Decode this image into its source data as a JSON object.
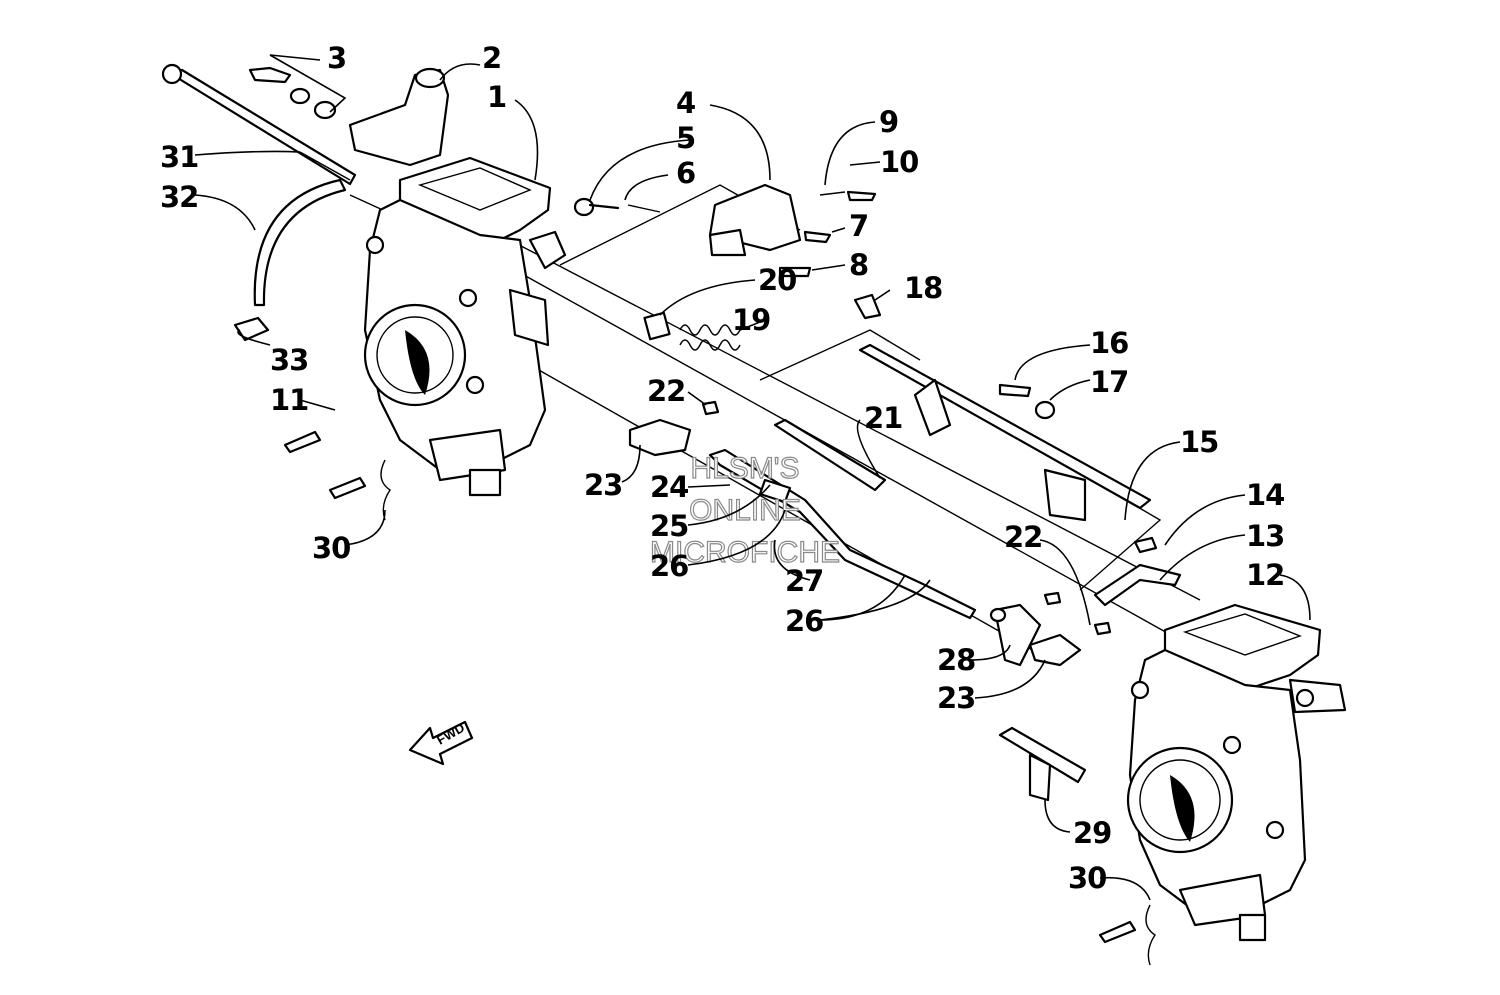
{
  "callouts": {
    "c1": "1",
    "c2": "2",
    "c3": "3",
    "c4": "4",
    "c5": "5",
    "c6": "6",
    "c7": "7",
    "c8": "8",
    "c9": "9",
    "c10": "10",
    "c11": "11",
    "c12": "12",
    "c13": "13",
    "c14": "14",
    "c15": "15",
    "c16": "16",
    "c17": "17",
    "c18": "18",
    "c19": "19",
    "c20": "20",
    "c21": "21",
    "c22a": "22",
    "c22b": "22",
    "c23a": "23",
    "c23b": "23",
    "c24": "24",
    "c25": "25",
    "c26a": "26",
    "c26b": "26",
    "c27": "27",
    "c28": "28",
    "c29": "29",
    "c30a": "30",
    "c30b": "30",
    "c31": "31",
    "c32": "32",
    "c33": "33"
  },
  "watermark": {
    "line1": "HLSM'S",
    "line2": "ONLINE",
    "line3": "MICROFICHE"
  },
  "direction_arrow": {
    "label": "FWD"
  }
}
